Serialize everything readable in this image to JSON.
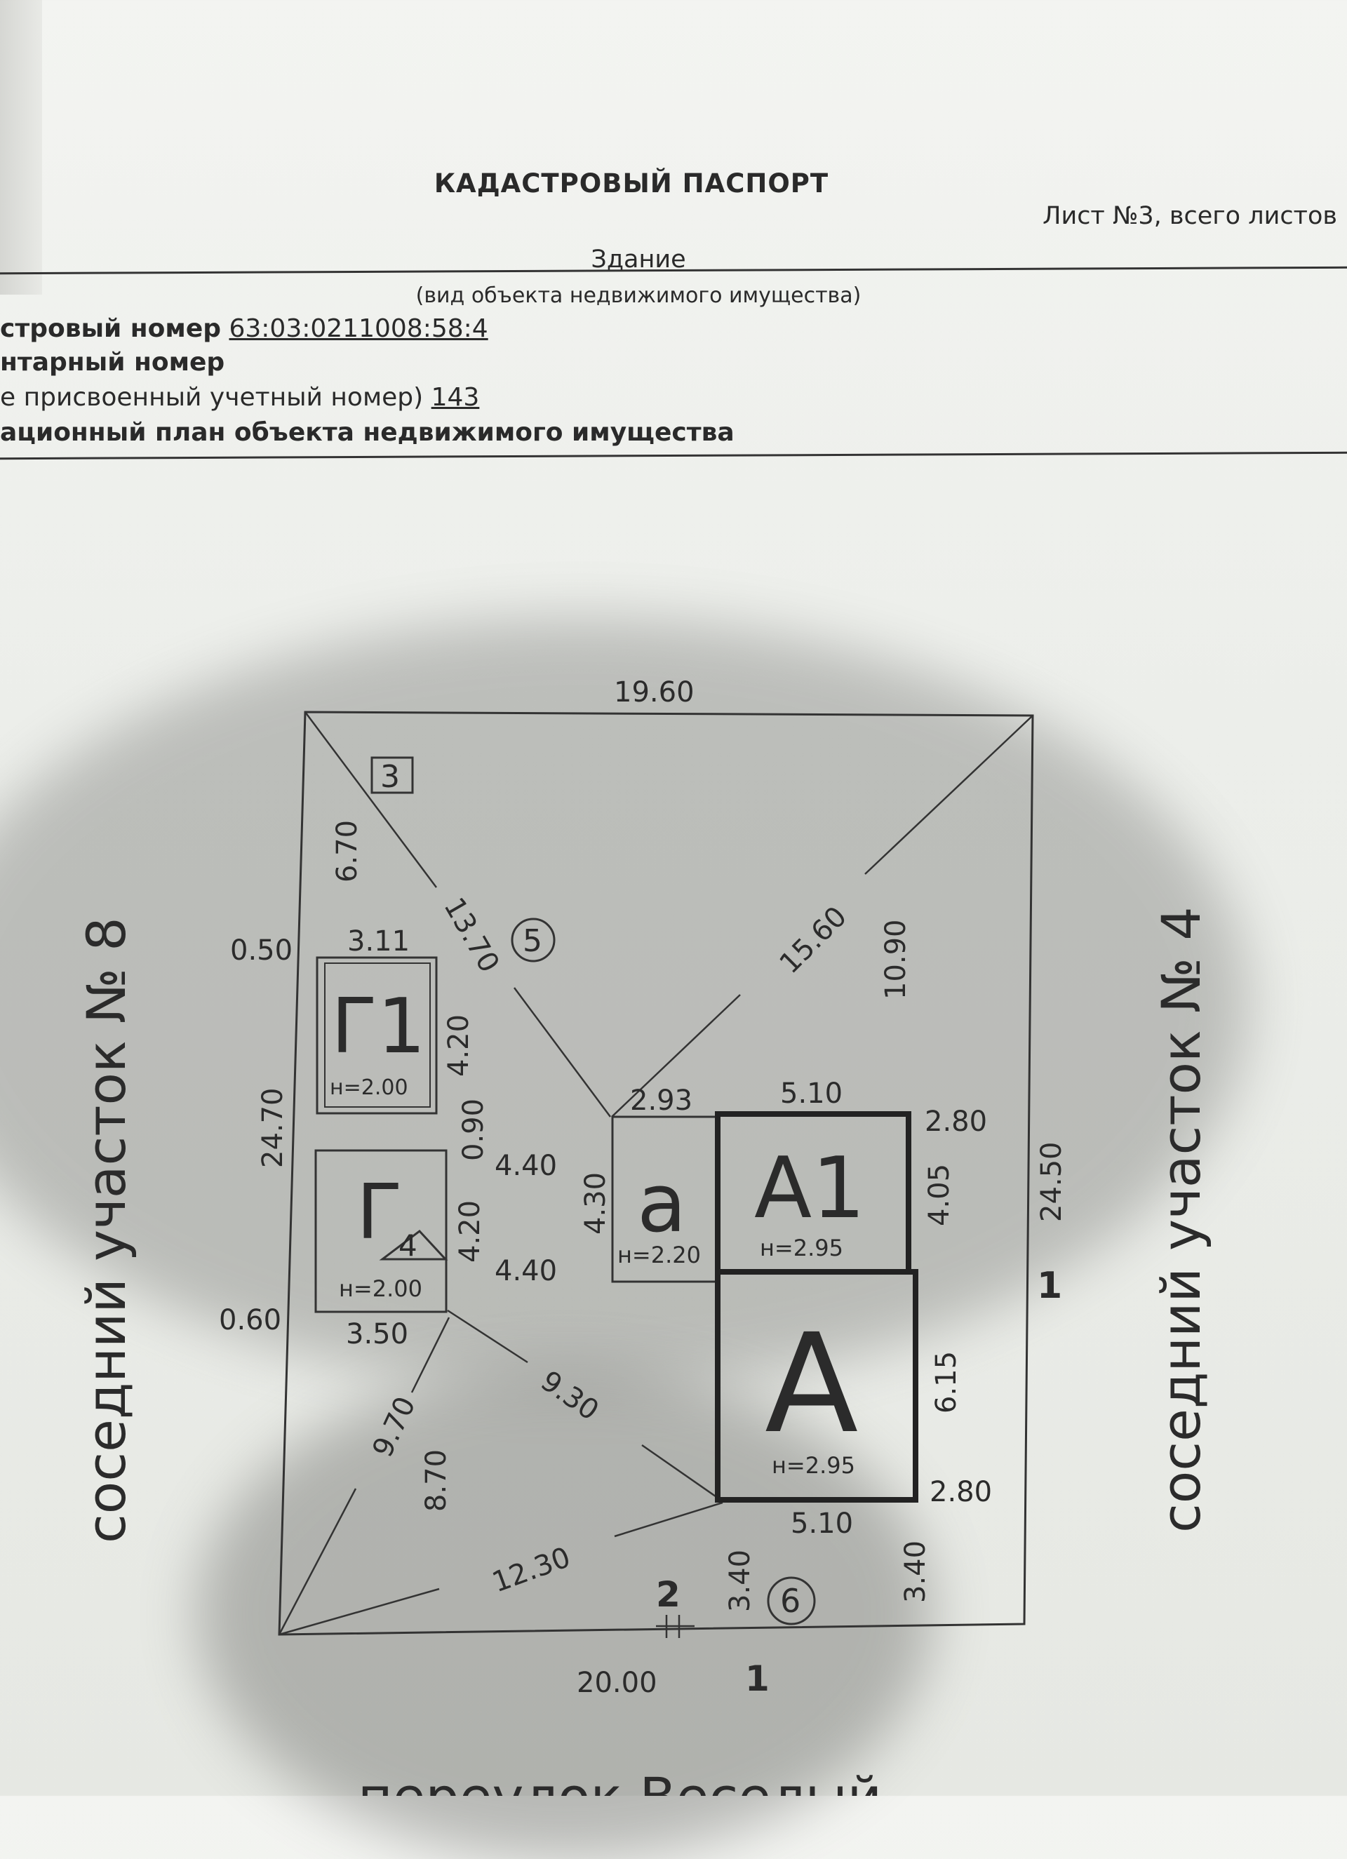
{
  "header": {
    "title": "КАДАСТРОВЫЙ ПАСПОРТ",
    "sheet": "Лист №3, всего листов",
    "object_type": "Здание",
    "object_type_hint": "(вид объекта недвижимого имущества)"
  },
  "fields": {
    "cadastral_label": "стровый номер",
    "cadastral_value": "63:03:0211008:58:4",
    "inventory_label": "нтарный номер",
    "prev_label": "е присвоенный учетный номер)",
    "prev_value": "143",
    "plan_label": "ационный план объекта недвижимого имущества"
  },
  "plan": {
    "neighbor_left": "соседний участок № 8",
    "neighbor_right": "соседний участок № 4",
    "street": "переулок Веселый",
    "buildings": {
      "G1": {
        "label": "Г1",
        "height": "н=2.00"
      },
      "G": {
        "label": "Г",
        "height": "н=2.00"
      },
      "a": {
        "label": "а",
        "height": "н=2.20"
      },
      "A1": {
        "label": "А1",
        "height": "н=2.95"
      },
      "A": {
        "label": "А",
        "height": "н=2.95"
      }
    },
    "markers": {
      "m3": "3",
      "m4": "4",
      "m5": "5",
      "m6": "6"
    },
    "dims": {
      "top": "19.60",
      "d670": "6.70",
      "d1370": "13.70",
      "d1560": "15.60",
      "d1090": "10.90",
      "d050": "0.50",
      "d311": "3.11",
      "d420a": "4.20",
      "d090": "0.90",
      "d2470": "24.70",
      "d440a": "4.40",
      "d420b": "4.20",
      "d440b": "4.40",
      "d060": "0.60",
      "d350": "3.50",
      "d293": "2.93",
      "d510a": "5.10",
      "d280a": "2.80",
      "d430": "4.30",
      "d405": "4.05",
      "d2450": "24.50",
      "d615": "6.15",
      "d280b": "2.80",
      "d510b": "5.10",
      "d970": "9.70",
      "d870": "8.70",
      "d930": "9.30",
      "d1230": "12.30",
      "d340a": "3.40",
      "d340b": "3.40",
      "d2000": "20.00",
      "n1a": "1",
      "n1b": "1",
      "n2": "2"
    }
  }
}
